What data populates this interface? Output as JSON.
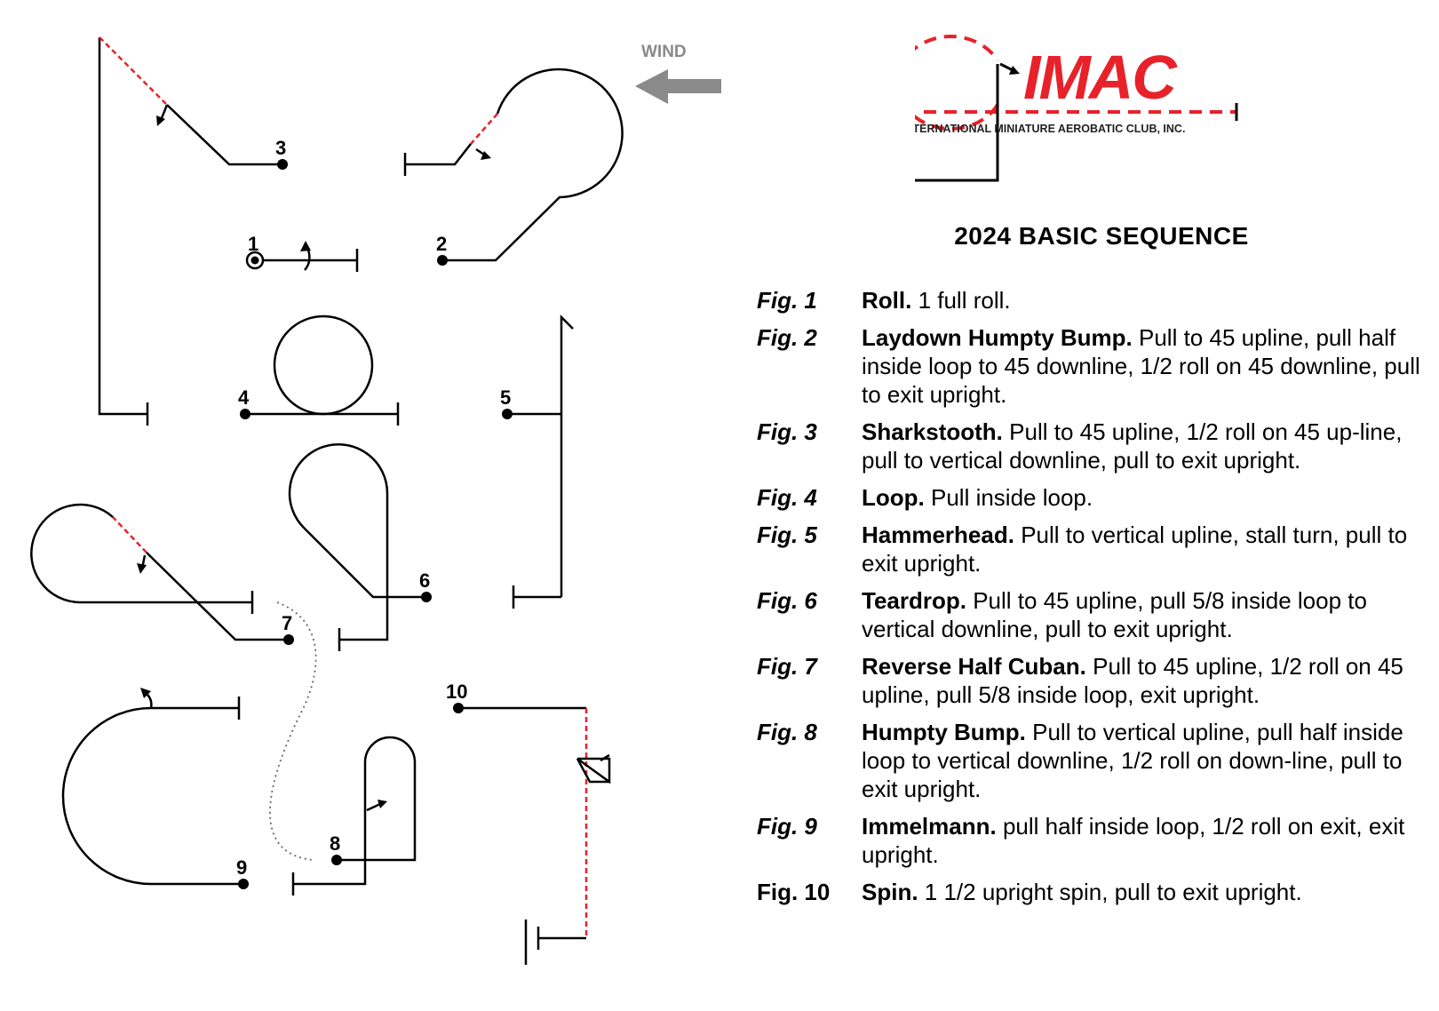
{
  "wind": {
    "label": "WIND"
  },
  "logo": {
    "text": "IMAC",
    "club": "INTERNATIONAL MINIATURE AEROBATIC CLUB, INC."
  },
  "sequence_title": "2024 BASIC SEQUENCE",
  "markers": [
    "1",
    "2",
    "3",
    "4",
    "5",
    "6",
    "7",
    "8",
    "9",
    "10"
  ],
  "figures": [
    {
      "label": "Fig. 1",
      "name": "Roll.",
      "desc": " 1 full roll."
    },
    {
      "label": "Fig. 2",
      "name": "Laydown Humpty Bump.",
      "desc": "  Pull to 45 upline, pull half inside loop to 45 downline, 1/2 roll on 45 downline, pull to exit upright."
    },
    {
      "label": "Fig. 3",
      "name": "Sharkstooth.",
      "desc": "  Pull to 45 upline, 1/2 roll on 45 up-line, pull to vertical downline, pull to exit upright."
    },
    {
      "label": "Fig. 4",
      "name": "Loop.",
      "desc": "  Pull inside loop."
    },
    {
      "label": "Fig. 5",
      "name": "Hammerhead.",
      "desc": " Pull to vertical upline, stall turn, pull to exit upright."
    },
    {
      "label": "Fig. 6",
      "name": "Teardrop.",
      "desc": "  Pull to 45 upline, pull 5/8 inside loop to vertical downline, pull to exit upright."
    },
    {
      "label": "Fig. 7",
      "name": "Reverse Half Cuban.",
      "desc": "   Pull to 45 upline, 1/2 roll on 45 upline, pull 5/8 inside loop, exit upright."
    },
    {
      "label": "Fig. 8",
      "name": "Humpty Bump.",
      "desc": "  Pull to vertical upline, pull half inside loop to vertical downline, 1/2 roll on down-line, pull to exit upright."
    },
    {
      "label": "Fig. 9",
      "name": "Immelmann.",
      "desc": " pull half inside loop, 1/2 roll on exit, exit upright."
    },
    {
      "label": "Fig. 10",
      "name": "Spin.",
      "desc": " 1 1/2 upright spin, pull to exit upright.",
      "plain": true
    }
  ]
}
